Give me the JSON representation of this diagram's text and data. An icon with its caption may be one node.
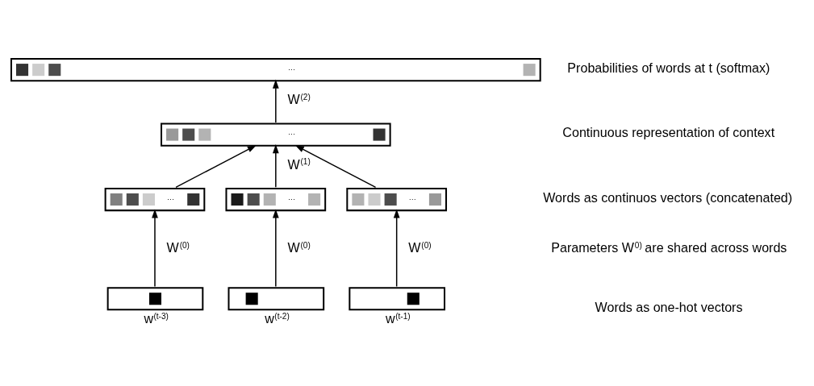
{
  "diagram": {
    "nodes": [
      {
        "text": [
          "···"
        ]
      },
      {
        "text": [
          "···"
        ]
      },
      {
        "text": [
          "···"
        ]
      },
      {
        "text": [
          "···"
        ]
      },
      {
        "text": [
          "···"
        ]
      },
      {
        "text": [],
        "shape": "box",
        "beside": [
          "w$^{(t-3)}$"
        ]
      },
      {
        "text": [],
        "shape": "box",
        "beside": [
          "w$^{(t-2)}$"
        ]
      },
      {
        "text": [],
        "shape": "box",
        "beside": [
          "w$^{(t-1)}$"
        ]
      }
    ],
    "edges": [
      {
        "from": 5,
        "to": 2,
        "arrow": "to",
        "label": "W$^{(0)}$"
      },
      {
        "from": 6,
        "to": 3,
        "arrow": "to",
        "label": "W$^{(0)}$"
      },
      {
        "from": 7,
        "to": 4,
        "arrow": "to",
        "label": "W$^{(0)}$"
      },
      {
        "from": 2,
        "to": 1,
        "arrow": "to"
      },
      {
        "from": 3,
        "to": 1,
        "arrow": "to",
        "label": "W$^{(1)}$"
      },
      {
        "from": 4,
        "to": 1,
        "arrow": "to"
      },
      {
        "from": 1,
        "to": 0,
        "arrow": "to",
        "label": "W$^{(2)}$"
      }
    ],
    "labels": [
      "Probabilities of words at t (softmax)",
      "Continuous representation of context",
      "Words as continuos vectors (concatenated)",
      "Parameters W$^{0)}$ are shared across words",
      "Words as one-hot vectors"
    ]
  }
}
